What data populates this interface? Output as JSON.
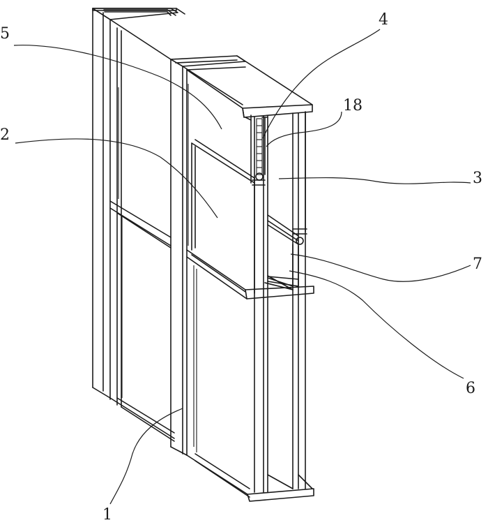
{
  "figure": {
    "callouts": [
      {
        "id": "c1",
        "text": "1"
      },
      {
        "id": "c2",
        "text": "2"
      },
      {
        "id": "c3",
        "text": "3"
      },
      {
        "id": "c4",
        "text": "4"
      },
      {
        "id": "c5",
        "text": "5"
      },
      {
        "id": "c6",
        "text": "6"
      },
      {
        "id": "c7",
        "text": "7"
      },
      {
        "id": "c18",
        "text": "18"
      }
    ]
  }
}
